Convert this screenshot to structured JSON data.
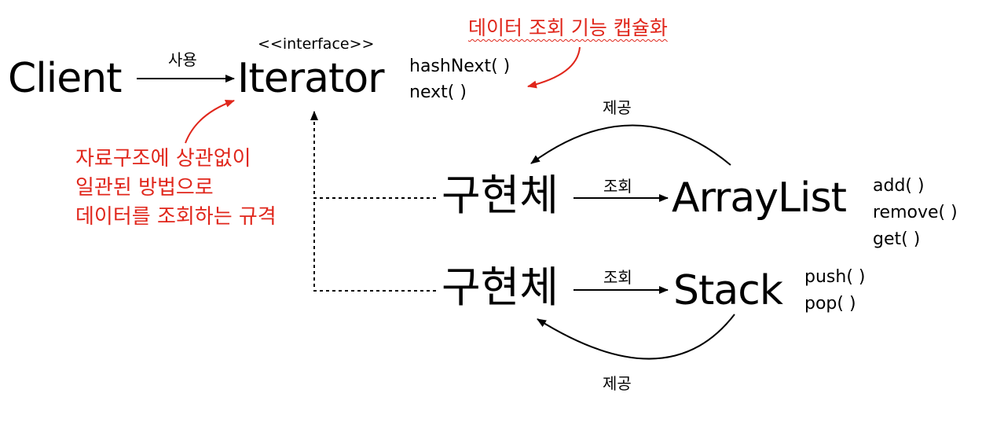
{
  "client": {
    "label": "Client"
  },
  "uses": {
    "label": "사용"
  },
  "iterator": {
    "stereotype": "<<interface>>",
    "label": "Iterator",
    "methods": [
      "hashNext( )",
      "next( )"
    ]
  },
  "encapsulation_note": "데이터 조회 기능 캡슐화",
  "standard_note": [
    "자료구조에 상관없이",
    "일관된 방법으로",
    "데이터를 조회하는 규격"
  ],
  "impl_top": {
    "label": "구현체",
    "query": "조회",
    "provides": "제공"
  },
  "arraylist": {
    "label": "ArrayList",
    "methods": [
      "add( )",
      "remove( )",
      "get( )"
    ]
  },
  "impl_bottom": {
    "label": "구현체",
    "query": "조회",
    "provides": "제공"
  },
  "stack": {
    "label": "Stack",
    "methods": [
      "push( )",
      "pop( )"
    ]
  },
  "colors": {
    "annotation": "#e0261b",
    "line": "#000000"
  }
}
